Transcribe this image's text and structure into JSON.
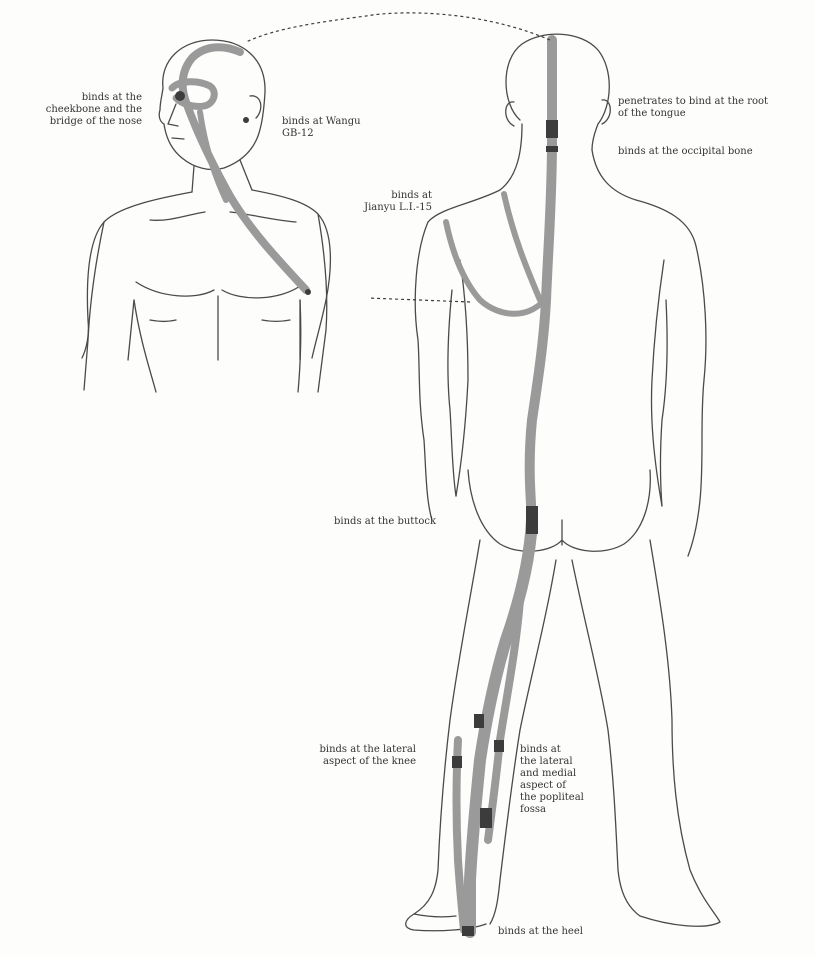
{
  "labels": {
    "cheekbone": "binds at the\ncheekbone and the\nbridge of the nose",
    "wangu": "binds at Wangu\nGB-12",
    "tongue": "penetrates to bind at the root\nof the tongue",
    "occipital": "binds at the occipital bone",
    "jianyu": "binds at\nJianyu L.I.-15",
    "buttock": "binds at the buttock",
    "lateral_knee": "binds at the lateral\naspect of the knee",
    "popliteal": "binds at\nthe lateral\nand medial\naspect of\nthe popliteal\nfossa",
    "heel": "binds at the heel"
  },
  "colors": {
    "outline": "#4a4a4a",
    "channel": "#9a9a9a",
    "binding": "#3c3c3c",
    "label": "#333333"
  }
}
